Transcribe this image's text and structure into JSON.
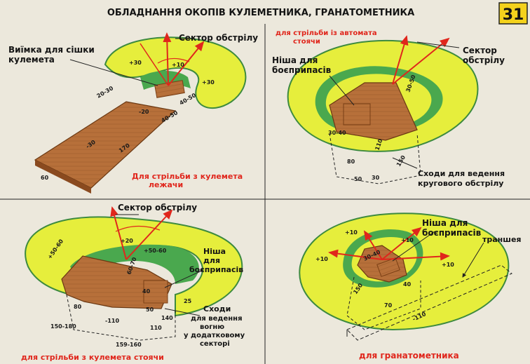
{
  "title": "ОБЛАДНАННЯ ОКОПІВ КУЛЕМЕТНИКА, ГРАНАТОМЕТНИКА",
  "page_number": "31",
  "colors": {
    "background": "#ece8dc",
    "zone_yellow": "#e6ee3c",
    "zone_green": "#4aa84e",
    "wood": "#b7703a",
    "accent_red": "#e0261c"
  },
  "panel1": {
    "label_niche": [
      "Виїмка для сішки",
      "кулемета"
    ],
    "label_sector": "Сектор обстрілу",
    "angle_left": "+30",
    "angle_center": "+10",
    "angle_right": "+30",
    "dim_20_30": "20-30",
    "dim_20": "-20",
    "dim_40_50": "40-50",
    "dim_40_50b": "40-50",
    "dim_30": "-30",
    "dim_170": "170",
    "dim_60": "60",
    "caption": [
      "Для стрільби з кулемета",
      "лежачи"
    ]
  },
  "panel2": {
    "caption_top": [
      "для стрільби із автомата",
      "стоячи"
    ],
    "label_niche": [
      "Ніша для",
      "боєприпасів"
    ],
    "label_sector": [
      "Сектор",
      "обстрілу"
    ],
    "label_steps": [
      "Сходи для ведення",
      "кругового обстрілу"
    ],
    "dim_30_50": "30-50",
    "dim_30_40": "30-40",
    "dim_110": "110",
    "dim_80": "80",
    "dim_150": "150",
    "dim_50": "50",
    "dim_30": "30"
  },
  "panel3": {
    "label_sector": "Сектор обстрілу",
    "angle_left": "+50-60",
    "angle_center": "+20",
    "angle_right": "+50-60",
    "label_niche": [
      "Ніша",
      "для",
      "боєприпасів"
    ],
    "label_steps": [
      "Сходи",
      "для ведення",
      "вогню",
      "у додатковому",
      "секторі"
    ],
    "dim_60_70": "60-70",
    "dim_80": "80",
    "dim_150_180": "150-180",
    "dim_110": "-110",
    "dim_159_160": "159-160",
    "dim_40": "40",
    "dim_50": "50",
    "dim_25": "25",
    "dim_140": "140",
    "dim_110b": "110",
    "caption": "для стрільби з кулемета стоячи"
  },
  "panel4": {
    "label_niche": [
      "Ніша для",
      "боєприпасів"
    ],
    "label_trench": "траншея",
    "angle_left_top": "+10",
    "angle_right_top": "+10",
    "angle_left": "+10",
    "angle_right": "+10",
    "dim_30_40": "30-40",
    "dim_40": "40",
    "dim_150": "150",
    "dim_70": "70",
    "dim_110": "-110",
    "caption": "для гранатометника"
  }
}
